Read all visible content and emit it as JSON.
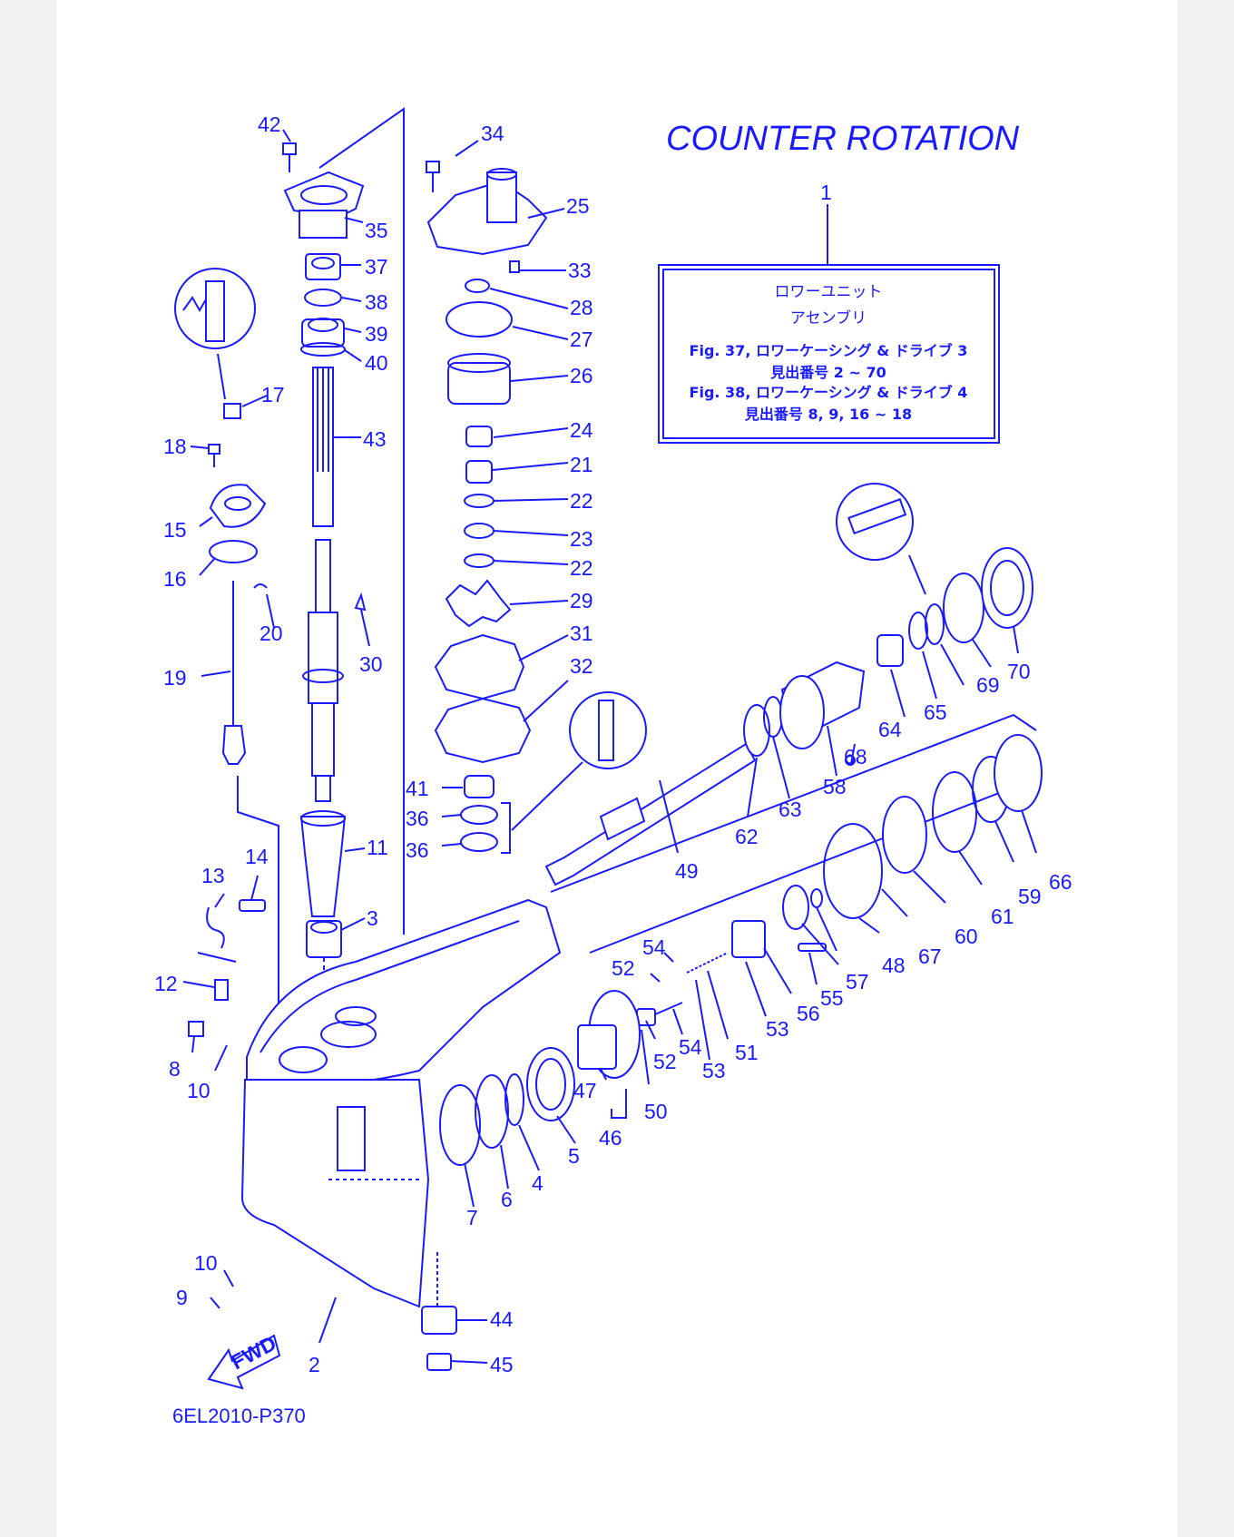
{
  "diagram": {
    "title": "COUNTER ROTATION",
    "drawing_code": "6EL2010-P370",
    "fwd_label": "FWD",
    "info_box": {
      "ref": "1",
      "line1": "ロワーユニット",
      "line2": "アセンブリ",
      "line3": "Fig. 37, ロワーケーシング & ドライブ 3",
      "line4": "見出番号 2 ~ 70",
      "line5": "Fig. 38, ロワーケーシング & ドライブ 4",
      "line6": "見出番号 8, 9, 16 ~ 18"
    },
    "callouts": [
      "42",
      "34",
      "25",
      "35",
      "37",
      "33",
      "38",
      "28",
      "39",
      "27",
      "40",
      "26",
      "17",
      "43",
      "18",
      "24",
      "21",
      "15",
      "22",
      "23",
      "16",
      "22",
      "29",
      "20",
      "30",
      "31",
      "19",
      "32",
      "41",
      "36",
      "36",
      "11",
      "13",
      "14",
      "3",
      "12",
      "8",
      "10",
      "10",
      "9",
      "2",
      "44",
      "45",
      "7",
      "6",
      "4",
      "5",
      "47",
      "46",
      "50",
      "52",
      "54",
      "52",
      "54",
      "53",
      "51",
      "53",
      "56",
      "55",
      "57",
      "48",
      "67",
      "60",
      "61",
      "59",
      "66",
      "62",
      "63",
      "49",
      "58",
      "68",
      "64",
      "65",
      "69",
      "70"
    ]
  },
  "colors": {
    "ink": "#1a1aff",
    "paper": "#ffffff",
    "margin": "#f2f2f2"
  }
}
